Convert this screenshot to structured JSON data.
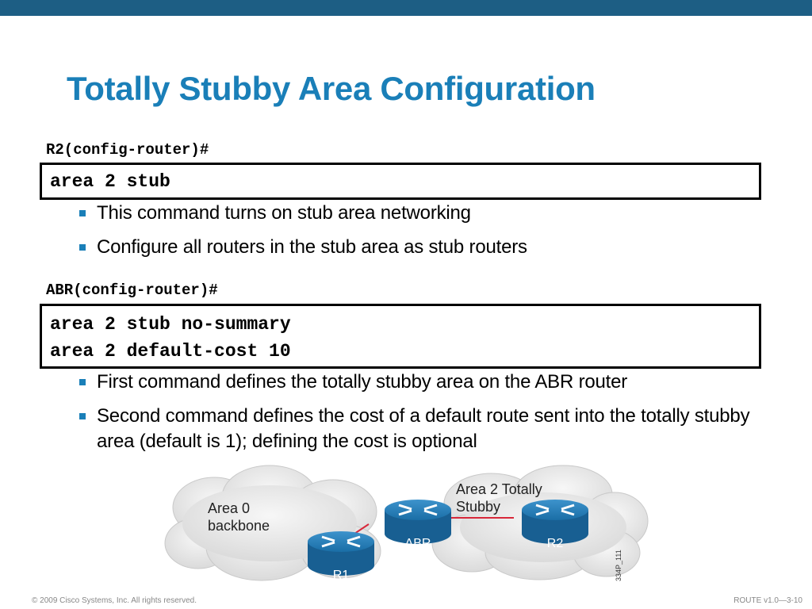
{
  "slide": {
    "title": "Totally Stubby Area Configuration"
  },
  "block1": {
    "prompt": "R2(config-router)#",
    "commands": [
      "area 2 stub"
    ],
    "bullets": [
      "This command turns on stub area networking",
      "Configure all routers in the stub area as stub routers"
    ]
  },
  "block2": {
    "prompt": "ABR(config-router)#",
    "commands": [
      "area 2 stub no-summary",
      "area 2 default-cost 10"
    ],
    "bullets": [
      "First command defines the totally stubby area on the ABR router",
      "Second command defines the cost of a default route sent into the totally stubby area (default is 1); defining the cost is optional"
    ]
  },
  "diagram": {
    "area0_label_1": "Area 0",
    "area0_label_2": "backbone",
    "area2_label_1": "Area 2 Totally",
    "area2_label_2": "Stubby",
    "routers": {
      "r1": "R1",
      "abr": "ABR",
      "r2": "R2"
    },
    "figure_id": "334P_111",
    "colors": {
      "router": "#1a6ea6",
      "link": "#d8283a",
      "cloud": "#e9e9e9"
    }
  },
  "footer": {
    "copyright": "© 2009 Cisco Systems, Inc. All rights reserved.",
    "course": "ROUTE v1.0—3-10"
  }
}
